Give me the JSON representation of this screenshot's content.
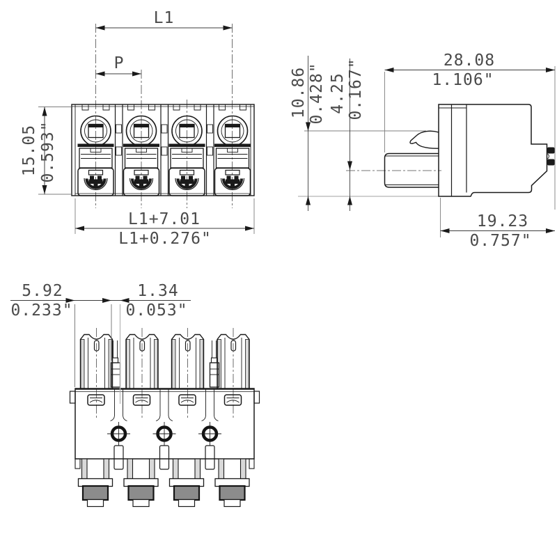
{
  "page": {
    "background": "#ffffff",
    "line_color": "#1a1a1a",
    "dim_text_color": "#4a4a4a",
    "content": "technical-dimension-drawing-of-4-pole-plug-connector"
  },
  "views": {
    "front": {
      "length_label": "L1",
      "pitch_label": "P",
      "height_mm": "15.05",
      "height_inch": "0.593\"",
      "total_width_mm": "L1+7.01",
      "total_width_inch": "L1+0.276\""
    },
    "side": {
      "total_depth_mm": "28.08",
      "total_depth_inch": "1.106\"",
      "upper_height_mm": "10.86",
      "upper_height_inch": "0.428\"",
      "center_height_mm": "4.25",
      "center_height_inch": "0.167\"",
      "housing_depth_mm": "19.23",
      "housing_depth_inch": "0.757\""
    },
    "bottom": {
      "edge_offset_mm": "5.92",
      "edge_offset_inch": "0.233\"",
      "coding_width_mm": "1.34",
      "coding_width_inch": "0.053\""
    }
  }
}
